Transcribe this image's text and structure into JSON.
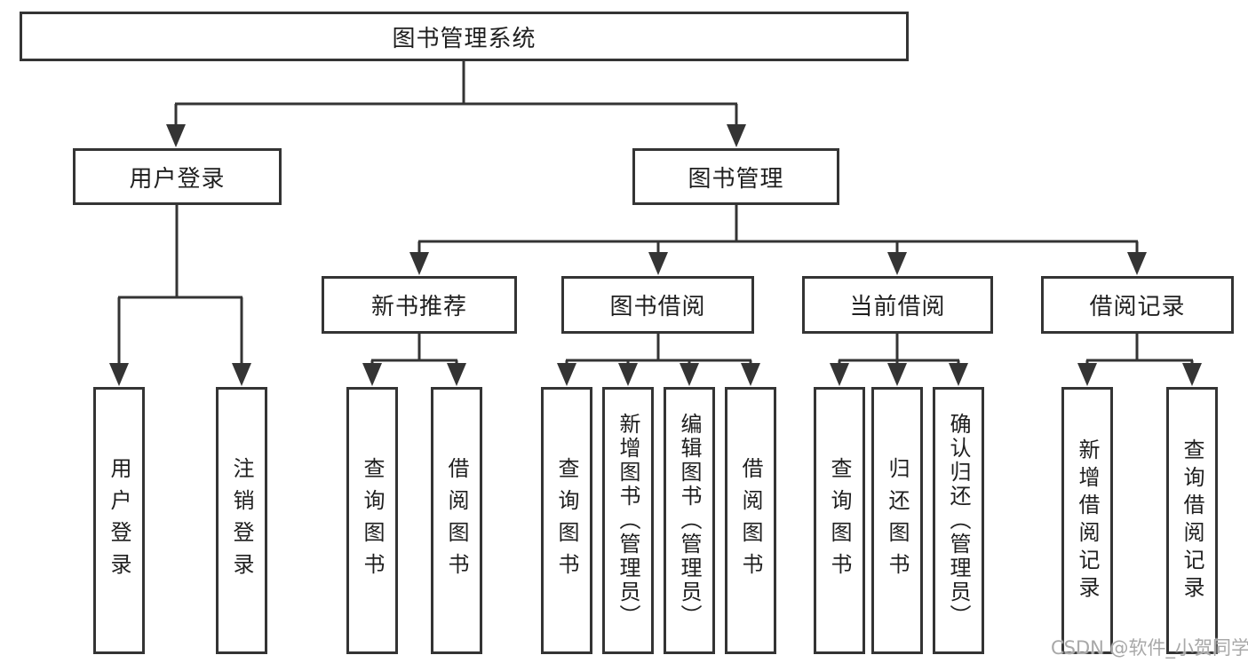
{
  "root": {
    "label": "图书管理系统"
  },
  "user_branch": {
    "label": "用户登录",
    "children": [
      {
        "label": "用户登录"
      },
      {
        "label": "注销登录"
      }
    ]
  },
  "book_branch": {
    "label": "图书管理",
    "sections": [
      {
        "label": "新书推荐",
        "children": [
          {
            "label": "查询图书"
          },
          {
            "label": "借阅图书"
          }
        ]
      },
      {
        "label": "图书借阅",
        "children": [
          {
            "label": "查询图书"
          },
          {
            "label": "新增图书（管理员）"
          },
          {
            "label": "编辑图书（管理员）"
          },
          {
            "label": "借阅图书"
          }
        ]
      },
      {
        "label": "当前借阅",
        "children": [
          {
            "label": "查询图书"
          },
          {
            "label": "归还图书"
          },
          {
            "label": "确认归还（管理员）"
          }
        ]
      },
      {
        "label": "借阅记录",
        "children": [
          {
            "label": "新增借阅记录"
          },
          {
            "label": "查询借阅记录"
          }
        ]
      }
    ]
  },
  "watermark": {
    "text": "CSDN @软件_小贺同学"
  },
  "colors": {
    "line": "#343434",
    "text": "#1f1f1f",
    "watermark": "#a8a8a8",
    "background": "#ffffff"
  }
}
